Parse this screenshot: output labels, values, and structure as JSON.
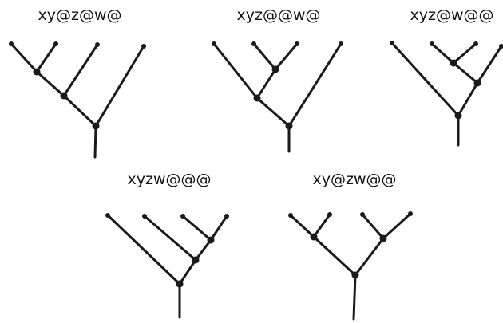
{
  "trees": [
    {
      "label": "xy@z@w@"
    },
    {
      "label": "xyz@@w@"
    },
    {
      "label": "xyz@w@@"
    },
    {
      "label": "xyzw@@@"
    },
    {
      "label": "xy@zw@@"
    }
  ],
  "colors": {
    "ink": "#1a1a1a",
    "background": "#ffffff"
  }
}
